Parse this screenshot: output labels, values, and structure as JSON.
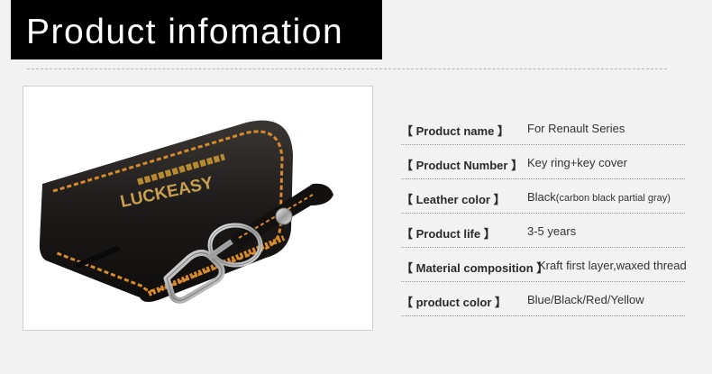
{
  "banner": {
    "title": "Product infomation"
  },
  "photo": {
    "brand_text": "LUCKEASY",
    "alt": "Leather key cover with key ring"
  },
  "specs": [
    {
      "label": "【 Product name 】",
      "value": "For Renault Series",
      "note": ""
    },
    {
      "label": "【 Product Number 】",
      "value": "Key ring+key cover",
      "note": ""
    },
    {
      "label": "【 Leather color 】",
      "value": "Black",
      "note": "(carbon black partial gray)"
    },
    {
      "label": "【 Product life 】",
      "value": "3-5 years",
      "note": ""
    },
    {
      "label": "【 Material composition 】",
      "value": "Kraft first layer,waxed thread",
      "note": ""
    },
    {
      "label": "【 product color 】",
      "value": "Blue/Black/Red/Yellow",
      "note": ""
    }
  ],
  "colors": {
    "banner_bg": "#000000",
    "stitch": "#d98a2b",
    "leather": "#1c1a19"
  }
}
